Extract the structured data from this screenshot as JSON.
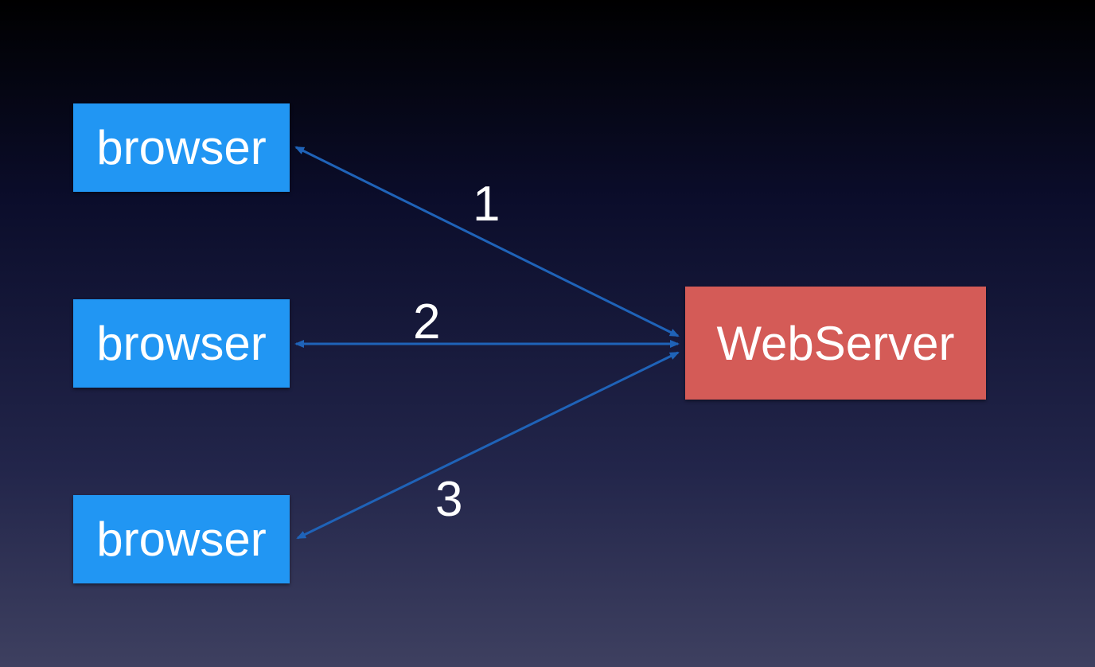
{
  "colors": {
    "browser_fill": "#2196f3",
    "server_fill": "#d45b57",
    "arrow": "#1f63b8",
    "text": "#ffffff"
  },
  "nodes": {
    "browsers": [
      {
        "label": "browser"
      },
      {
        "label": "browser"
      },
      {
        "label": "browser"
      }
    ],
    "server": {
      "label": "WebServer"
    }
  },
  "edges": [
    {
      "label": "1",
      "from": "browser-1",
      "to": "webserver",
      "direction": "bidirectional"
    },
    {
      "label": "2",
      "from": "browser-2",
      "to": "webserver",
      "direction": "bidirectional"
    },
    {
      "label": "3",
      "from": "browser-3",
      "to": "webserver",
      "direction": "bidirectional"
    }
  ]
}
